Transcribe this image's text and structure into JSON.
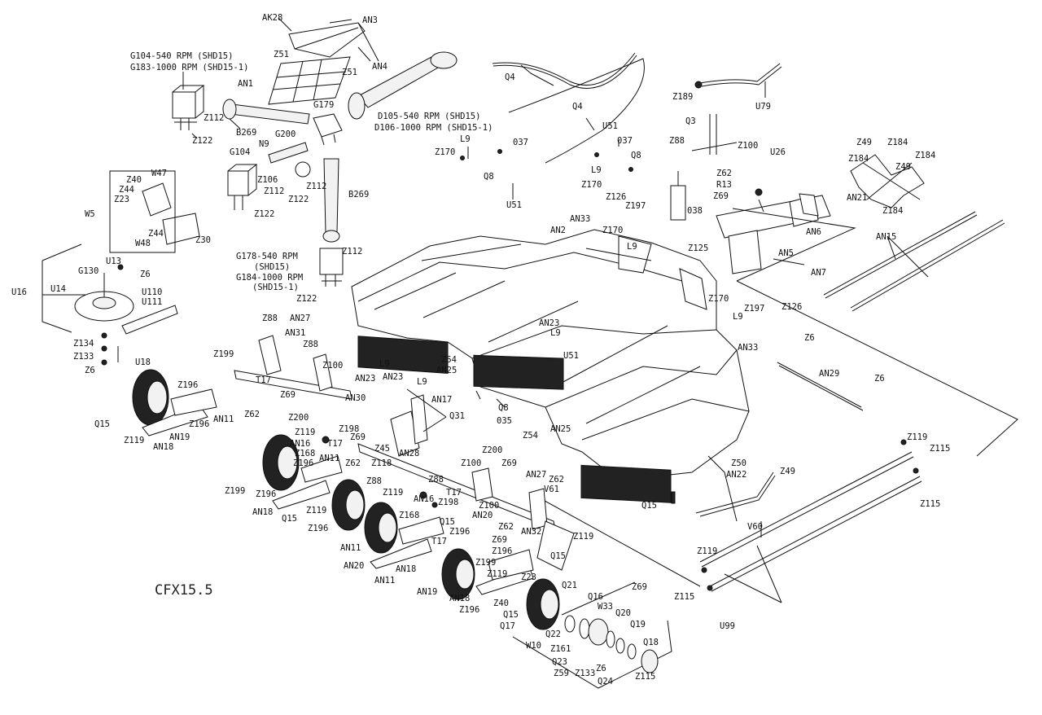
{
  "model": "CFX15.5",
  "notes": {
    "g104": "G104-540 RPM (SHD15)",
    "g183": "G183-1000 RPM (SHD15-1)",
    "d105": "D105-540 RPM (SHD15)",
    "d106": "D106-1000 RPM (SHD15-1)",
    "g178": "G178-540 RPM",
    "g178b": "(SHD15)",
    "g184": "G184-1000 RPM",
    "g184b": "(SHD15-1)"
  },
  "labels": [
    "AK28",
    "AN3",
    "AN4",
    "Z51",
    "Z51",
    "AN1",
    "Q4",
    "Q4",
    "Z189",
    "U79",
    "Z112",
    "Z122",
    "G179",
    "B269",
    "N9",
    "G200",
    "Z106",
    "Z112",
    "Z122",
    "G104",
    "Z112",
    "Z122",
    "B269",
    "Z40",
    "W47",
    "Z44",
    "Z23",
    "W5",
    "Z44",
    "Z30",
    "W48",
    "Z112",
    "Z122",
    "U13",
    "G130",
    "Z6",
    "U16",
    "U14",
    "U110",
    "U111",
    "Z134",
    "Z133",
    "Z6",
    "U18",
    "Z170",
    "L9",
    "037",
    "Q8",
    "U51",
    "U51",
    "037",
    "Q8",
    "L9",
    "Z170",
    "Z126",
    "Z197",
    "Q3",
    "Z88",
    "Z100",
    "U26",
    "Z62",
    "R13",
    "Z69",
    "038",
    "AN6",
    "Z49",
    "Z184",
    "Z184",
    "Z184",
    "Z49",
    "AN21",
    "Z184",
    "AN15",
    "AN2",
    "AN33",
    "Z170",
    "L9",
    "Z125",
    "AN5",
    "AN7",
    "Z170",
    "L9",
    "Z197",
    "Z126",
    "AN33",
    "Z6",
    "AN29",
    "Z6",
    "Z88",
    "AN27",
    "AN31",
    "Z88",
    "Z199",
    "Z100",
    "T17",
    "Z196",
    "Z69",
    "AN30",
    "Q15",
    "Z62",
    "AN11",
    "Z196",
    "Z119",
    "AN19",
    "AN18",
    "AN23",
    "AN23",
    "L9",
    "L9",
    "AN23",
    "L9",
    "AN17",
    "Z54",
    "AN25",
    "U51",
    "Q31",
    "Q8",
    "035",
    "Z54",
    "AN25",
    "Z200",
    "Z119",
    "Z198",
    "T17",
    "AN16",
    "Z168",
    "AN11",
    "Z196",
    "Z69",
    "Z62",
    "Z118",
    "AN28",
    "Z45",
    "Z50",
    "AN22",
    "Z49",
    "V60",
    "Q15",
    "Z199",
    "Z88",
    "Z200",
    "Z100",
    "Z69",
    "Z88",
    "AN27",
    "Z62",
    "Z119",
    "T17",
    "AN16",
    "Z198",
    "Z100",
    "V61",
    "AN20",
    "Z196",
    "Z119",
    "AN18",
    "Q15",
    "Z196",
    "Z168",
    "Q15",
    "AN11",
    "Z196",
    "T17",
    "Z62",
    "Z69",
    "AN32",
    "Z119",
    "AN20",
    "AN18",
    "AN11",
    "Z196",
    "Z199",
    "Q15",
    "AN19",
    "Z119",
    "AN18",
    "Z196",
    "Z40",
    "Z23",
    "Q21",
    "Q16",
    "Z69",
    "Q15",
    "Q17",
    "W33",
    "Q20",
    "Q22",
    "Q19",
    "W10",
    "Z161",
    "Q23",
    "Z6",
    "Q18",
    "Z59",
    "Z133",
    "Q24",
    "Z115",
    "Z119",
    "Z115",
    "Z115",
    "Z119",
    "Z115",
    "U99"
  ]
}
